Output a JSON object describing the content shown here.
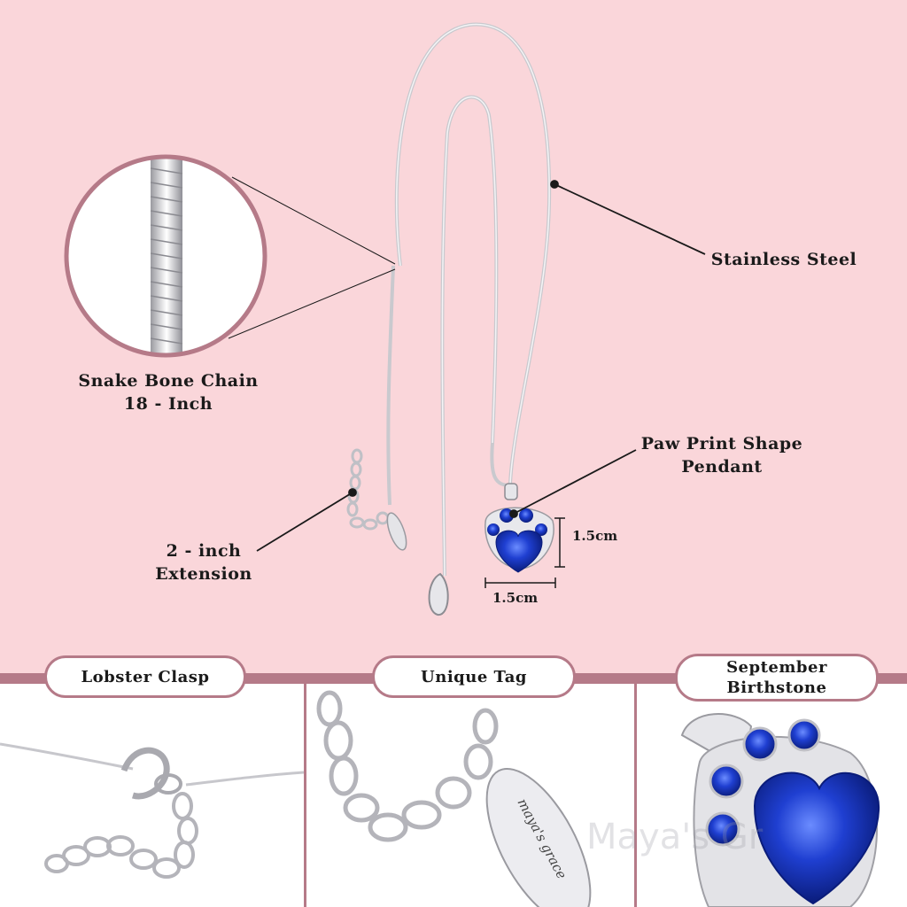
{
  "labels": {
    "stainless": "Stainless Steel",
    "snake_line1": "Snake Bone Chain",
    "snake_line2": "18 - Inch",
    "paw_line1": "Paw Print Shape",
    "paw_line2": "Pendant",
    "ext_line1": "2 - inch",
    "ext_line2": "Extension",
    "dim_height": "1.5cm",
    "dim_width": "1.5cm"
  },
  "panels": {
    "lobster": "Lobster Clasp",
    "tag": "Unique Tag",
    "birth_line1": "September",
    "birth_line2": "Birthstone"
  },
  "tag_text": "maya's grace",
  "watermark": "Maya's Gr",
  "colors": {
    "background": "#fad6da",
    "accent": "#b57a88",
    "gem": "#1f3fd1",
    "silver": "#d8d8dc"
  }
}
